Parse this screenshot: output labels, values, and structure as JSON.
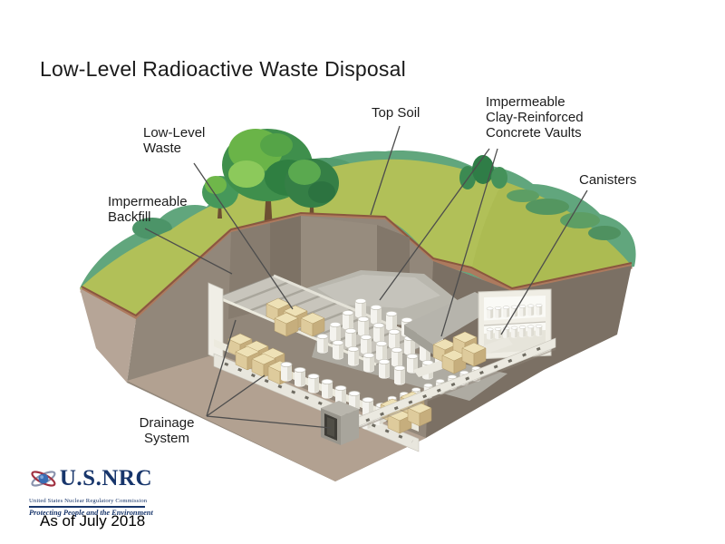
{
  "slide": {
    "title": "Low-Level Radioactive Waste Disposal",
    "background": "#ffffff"
  },
  "diagram": {
    "subject": "Cutaway illustration of a low-level radioactive waste disposal site",
    "labels": {
      "low_level_waste": "Low-Level\nWaste",
      "impermeable_backfill": "Impermeable\nBackfill",
      "top_soil": "Top Soil",
      "concrete_vaults": "Impermeable\nClay-Reinforced\nConcrete Vaults",
      "canisters": "Canisters",
      "drainage_system": "Drainage\nSystem"
    },
    "palette": {
      "grass": "#b1c058",
      "horizon_scrub": "#61a67d",
      "tree_foliage": "#3f8f4c",
      "topsoil_band": "#ad7a5e",
      "earth_wall": "#92877a",
      "earth_face_left": "#b6a597",
      "earth_face_right": "#7b7064",
      "excavation_base": "#b2a191",
      "vault_concrete": "#e9e7de",
      "vault_cover": "#b6b4ac",
      "canister": "#f4f3ee",
      "crate": "#decb9c",
      "leader_line": "#4d4d4d"
    }
  },
  "footer": {
    "logo": {
      "agency": "U.S.NRC",
      "agency_full": "United States Nuclear Regulatory Commission",
      "tagline": "Protecting People and the Environment",
      "navy": "#17356b"
    },
    "as_of_label": "As of July 2018"
  }
}
